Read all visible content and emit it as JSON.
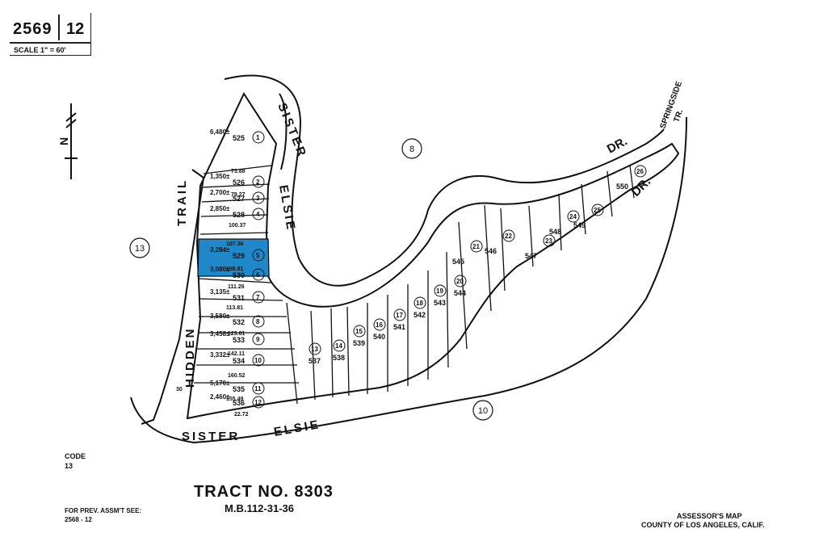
{
  "header": {
    "book": "2569",
    "page": "12",
    "scale": "SCALE 1\" = 60'"
  },
  "footer": {
    "tract": "TRACT NO. 8303",
    "mb": "M.B.112-31-36",
    "code_label": "CODE",
    "code_value": "13",
    "prev_label": "FOR PREV. ASSM'T SEE:",
    "prev_value": "2568 - 12",
    "assessor_line1": "ASSESSOR'S MAP",
    "assessor_line2": "COUNTY OF LOS ANGELES, CALIF."
  },
  "streets": {
    "sister_top": "SISTER",
    "elsie_vertical": "ELSIE",
    "trail": "TRAIL",
    "hidden": "HIDDEN",
    "sister_bottom": "SISTER",
    "elsie_bottom": "ELSIE",
    "dr_top": "DR.",
    "dr_right": "DR.",
    "springside": "SPRINGSIDE",
    "tr": "TR."
  },
  "north": "N",
  "blocks": [
    "8",
    "13",
    "10"
  ],
  "highlight_color": "#1e88c8",
  "parcels_left": [
    {
      "lot": "1",
      "ain": "525",
      "area": "6,480±"
    },
    {
      "lot": "2",
      "ain": "526",
      "area": "1,350±"
    },
    {
      "lot": "3",
      "ain": "527",
      "area": "2,700±"
    },
    {
      "lot": "4",
      "ain": "528",
      "area": "2,850±"
    },
    {
      "lot": "5",
      "ain": "529",
      "area": "3,284±"
    },
    {
      "lot": "6",
      "ain": "530",
      "area": "3,080±"
    },
    {
      "lot": "7",
      "ain": "531",
      "area": "3,135±"
    },
    {
      "lot": "8",
      "ain": "532",
      "area": "3,580±"
    },
    {
      "lot": "9",
      "ain": "533",
      "area": "3,458±"
    },
    {
      "lot": "10",
      "ain": "534",
      "area": "3,332±"
    },
    {
      "lot": "11",
      "ain": "535",
      "area": "5,170±"
    },
    {
      "lot": "12",
      "ain": "536",
      "area": "2,460±"
    }
  ],
  "parcels_middle": [
    {
      "lot": "13",
      "ain": "537"
    },
    {
      "lot": "14",
      "ain": "538"
    },
    {
      "lot": "15",
      "ain": "539"
    },
    {
      "lot": "16",
      "ain": "540"
    },
    {
      "lot": "17",
      "ain": "541"
    },
    {
      "lot": "18",
      "ain": "542"
    },
    {
      "lot": "19",
      "ain": "543"
    },
    {
      "lot": "20",
      "ain": "544"
    }
  ],
  "parcels_right": [
    {
      "lot": "21",
      "ain": "545"
    },
    {
      "lot": "22",
      "ain": "546"
    },
    {
      "lot": "23",
      "ain": "547"
    },
    {
      "lot": "24",
      "ain": "548"
    },
    {
      "lot": "25",
      "ain": "549"
    },
    {
      "lot": "26",
      "ain": "550"
    }
  ],
  "dims": [
    "73.88",
    "79.27",
    "100.37",
    "107.36",
    "108.81",
    "111.26",
    "113.81",
    "123.81",
    "142.11",
    "160.52",
    "155.49",
    "22.72",
    "30"
  ]
}
